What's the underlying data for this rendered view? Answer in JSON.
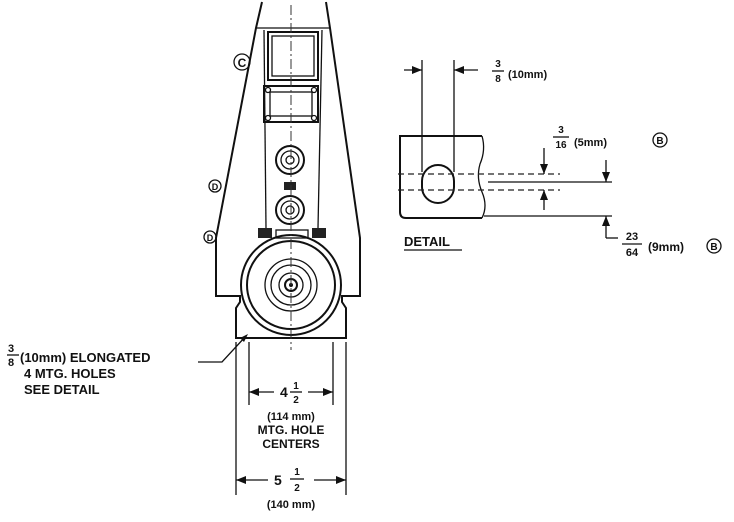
{
  "labels": {
    "marker_c": "C",
    "marker_d1": "D",
    "marker_d2": "D",
    "top_dim_num": "3",
    "top_dim_den": "8",
    "top_dim_mm": "(10mm)",
    "r_dim1_num": "3",
    "r_dim1_den": "16",
    "r_dim1_mm": "(5mm)",
    "r_dim1_ref": "B",
    "r_dim2_num": "23",
    "r_dim2_den": "64",
    "r_dim2_mm": "(9mm)",
    "r_dim2_ref": "B",
    "detail_title": "DETAIL",
    "hole_note_num": "3",
    "hole_note_den": "8",
    "hole_note_line1": "(10mm)  ELONGATED",
    "hole_note_line2": "4 MTG. HOLES",
    "hole_note_line3": "SEE DETAIL",
    "centers_whole": "4",
    "centers_num": "1",
    "centers_den": "2",
    "centers_mm": "(114 mm)",
    "centers_text1": "MTG. HOLE",
    "centers_text2": "CENTERS",
    "overall_whole": "5",
    "overall_num": "1",
    "overall_den": "2",
    "overall_mm": "(140 mm)"
  }
}
